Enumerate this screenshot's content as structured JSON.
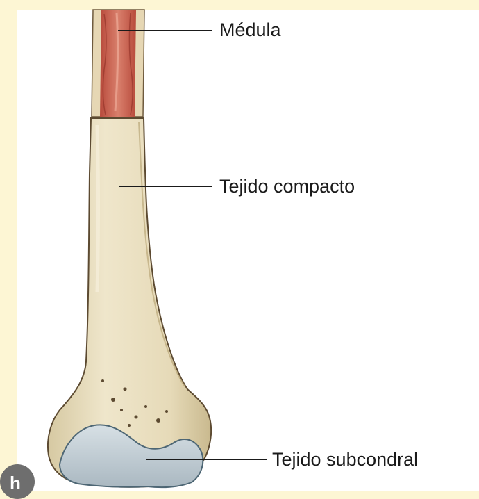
{
  "labels": {
    "medula": "Médula",
    "tejido_compacto": "Tejido compacto",
    "tejido_subcondral": "Tejido subcondral"
  },
  "badge": {
    "icon": "profile-badge-icon",
    "letter": "h"
  },
  "colors": {
    "page_background": "#fdf6d4",
    "panel_background": "#ffffff",
    "bone": "#e9dfc1",
    "marrow": "#c7584a",
    "cartilage": "#bcc8cf",
    "leader_line": "#1a1a1a"
  }
}
